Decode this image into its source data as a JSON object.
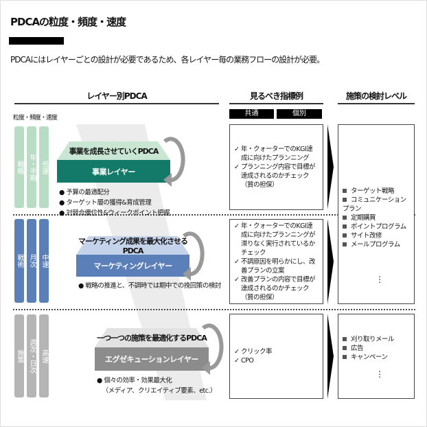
{
  "title": "PDCAの粒度・頻度・速度",
  "subtitle": "PDCAにはレイヤーごとの設計が必要であるため、各レイヤー毎の業務フローの設計が必要。",
  "headers": {
    "layer": "レイヤー別PDCA",
    "metrics": "見るべき指標例",
    "actions": "施策の検討レベル",
    "common": "共通",
    "individual": "個別",
    "granularity": "粒度・頻度・速度"
  },
  "rows": [
    {
      "pills": [
        "戦略",
        "年・半期",
        "低速"
      ],
      "top": "事業を成長させていくPDCA",
      "band": "事業レイヤー",
      "bullets": [
        "予算の最適配分",
        "ターゲット層の獲得&育成管理",
        "対競合優位性&ウィークポイント把握"
      ],
      "metrics": [
        "年・クォーターでのKGI達成に向けたプランニング",
        "プランニング内容で目標が達成されるのかチェック（質の担保）"
      ],
      "color": "#137a6a",
      "light": "#c8e6d2",
      "pill": "#b9dcc4"
    },
    {
      "pills": [
        "戦術",
        "月次",
        "中速"
      ],
      "top": "マーケティング成果を最大化させるPDCA",
      "band": "マーケティングレイヤー",
      "bullets": [
        "戦略の推進と、不調時では期中での挽回策の検討"
      ],
      "metrics": [
        "年・クォーターでのKGI達成に向けたプランニングが滞りなく実行されているかチェック",
        "不調原因を明らかにし、改善プランの立案",
        "改善プランの内容で目標が達成されるのかチェック（質の担保）"
      ],
      "color": "#5b7fb8",
      "light": "#c5d3ea",
      "pill": "#5b7fb8"
    },
    {
      "pills": [
        "施策",
        "週次・日次",
        "高速"
      ],
      "top": "一つ一つの施策を最適化するPDCA",
      "band": "エグゼキューションレイヤー",
      "bullets": [
        "個々の効率・効果最大化",
        "（メディア、クリエイティブ要素、etc.）"
      ],
      "metrics": [
        "クリック率",
        "CPO"
      ],
      "color": "#8c8c8c",
      "light": "#e2e2e2",
      "pill": "#b5b5b5"
    }
  ],
  "actions": [
    {
      "items": [
        "ターゲット戦略",
        "コミュニケーションプラン",
        "定期購買",
        "ポイントプログラム",
        "サイト改修",
        "メールプログラム"
      ],
      "more": "⋮"
    },
    {
      "items": [
        "刈り取りメール",
        "広告",
        "キャンペーン"
      ],
      "more": "⋮"
    }
  ],
  "check": "✓"
}
